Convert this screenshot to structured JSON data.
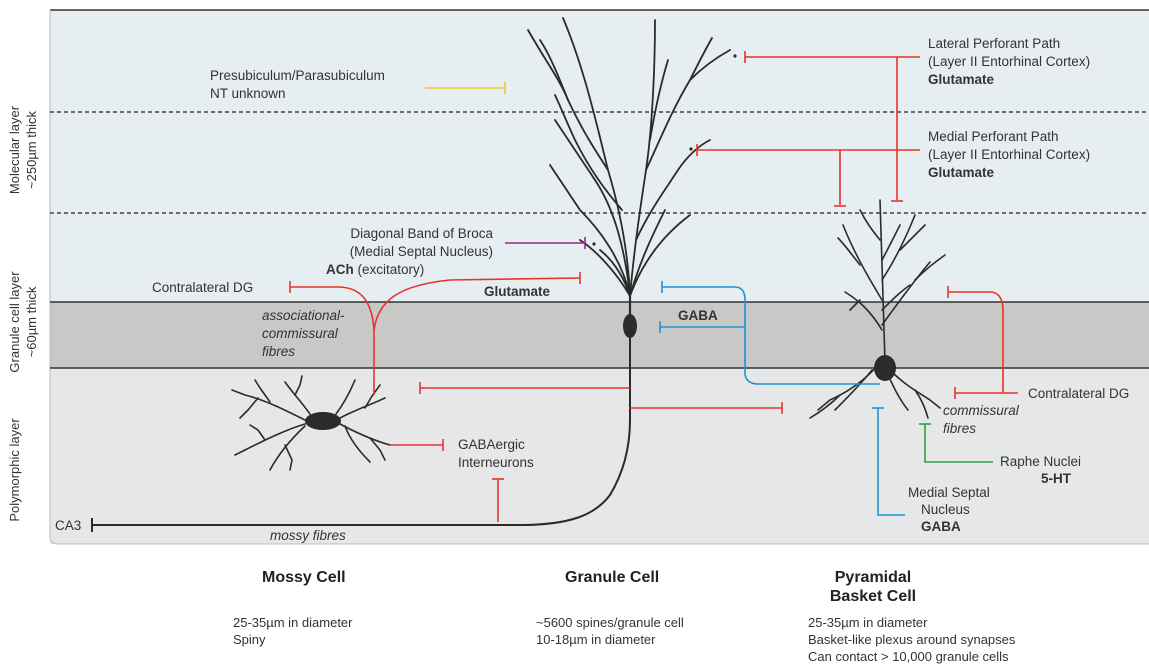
{
  "layers": {
    "molecular": {
      "line1": "Molecular layer",
      "line2": "~250µm thick"
    },
    "granule": {
      "line1": "Granule cell layer",
      "line2": "~60µm thick"
    },
    "polymorphic": {
      "line1": "Polymorphic layer"
    }
  },
  "inputs": {
    "presubiculum": {
      "line1": "Presubiculum/Parasubiculum",
      "line2": "NT unknown"
    },
    "lateral_pp": {
      "line1": "Lateral Perforant Path",
      "line2": "(Layer II Entorhinal Cortex)",
      "nt": "Glutamate"
    },
    "medial_pp": {
      "line1": "Medial Perforant Path",
      "line2": "(Layer II Entorhinal Cortex)",
      "nt": "Glutamate"
    },
    "diagonal_band": {
      "line1": "Diagonal Band of Broca",
      "line2": "(Medial Septal Nucleus)",
      "nt_bold": "ACh",
      "nt_rest": " (excitatory)"
    },
    "contralateral_dg_left": "Contralateral DG",
    "glutamate_label": "Glutamate",
    "assoc": {
      "line1": "associational-",
      "line2": "commissural",
      "line3": "fibres"
    },
    "gaba_label": "GABA",
    "contralateral_dg_right": "Contralateral DG",
    "commissural": {
      "line1": "commissural",
      "line2": "fibres"
    },
    "raphe": {
      "line1": "Raphe Nuclei",
      "nt": "5-HT"
    },
    "medial_septal": {
      "line1": "Medial Septal",
      "line2": "Nucleus",
      "nt": "GABA"
    },
    "gabaergic": {
      "line1": "GABAergic",
      "line2": "Interneurons"
    },
    "ca3": "CA3",
    "mossy_fibres": "mossy fibres"
  },
  "cells": {
    "mossy": {
      "title": "Mossy Cell",
      "desc1": "25-35µm in diameter",
      "desc2": "Spiny"
    },
    "granule": {
      "title": "Granule Cell",
      "desc1": "~5600 spines/granule cell",
      "desc2": "10-18µm in diameter"
    },
    "basket": {
      "title1": "Pyramidal",
      "title2": "Basket Cell",
      "desc1": "25-35µm in diameter",
      "desc2": "Basket-like plexus around synapses",
      "desc3": "Can contact > 10,000 granule cells"
    }
  },
  "colors": {
    "molecular_bg": "#e6eef1",
    "granule_bg": "#c8c8c6",
    "polymorphic_bg": "#e5e7e9",
    "excitatory": "#e8332a",
    "gaba": "#1d93d2",
    "ach": "#92278f",
    "serotonin": "#2ea043",
    "unknown": "#f7c62b"
  }
}
